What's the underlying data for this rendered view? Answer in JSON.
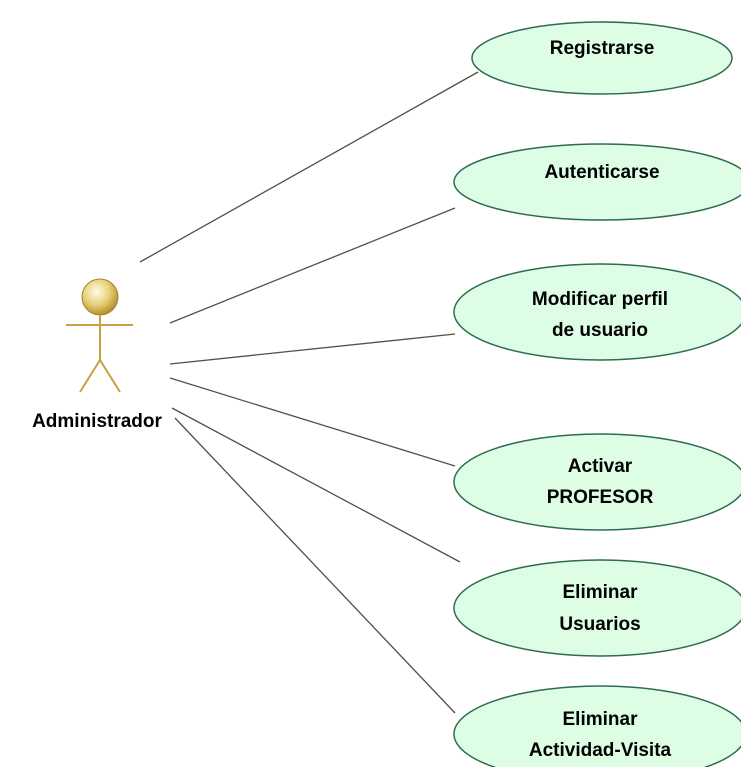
{
  "diagram": {
    "actor": {
      "name": "Administrador",
      "head_color": "#f2e2a0",
      "line_color": "#c8a040"
    },
    "use_cases": [
      {
        "id": "registrarse",
        "lines": [
          "Registrarse"
        ]
      },
      {
        "id": "autenticarse",
        "lines": [
          "Autenticarse"
        ]
      },
      {
        "id": "modificar-perfil",
        "lines": [
          "Modificar perfil",
          "de usuario"
        ]
      },
      {
        "id": "activar-profesor",
        "lines": [
          "Activar",
          "PROFESOR"
        ]
      },
      {
        "id": "eliminar-usuarios",
        "lines": [
          "Eliminar",
          "Usuarios"
        ]
      },
      {
        "id": "eliminar-actividad",
        "lines": [
          "Eliminar",
          "Actividad-Visita"
        ]
      }
    ],
    "colors": {
      "usecase_fill": "#ddfde5",
      "usecase_stroke": "#2f6b52",
      "association": "#555043"
    }
  }
}
